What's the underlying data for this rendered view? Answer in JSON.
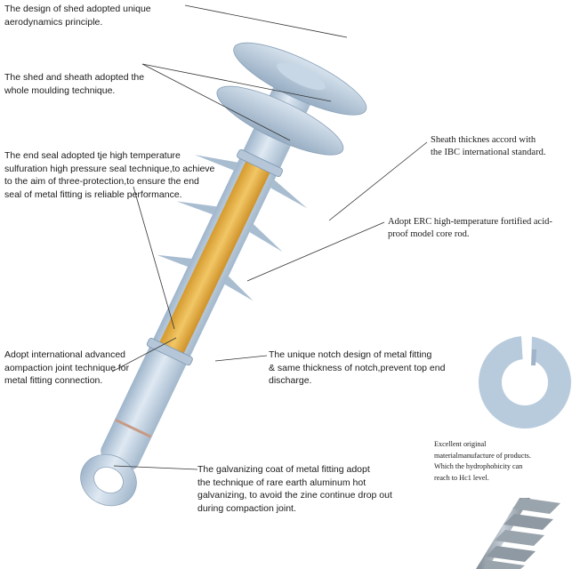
{
  "colors": {
    "porcelain": "#b9ccdf",
    "porcelain_light": "#dde8f2",
    "porcelain_dark": "#8fa6bd",
    "core_rod": "#e8b446",
    "line": "#333333"
  },
  "callouts": {
    "shed_design": "The design of shed adopted unique\naerodynamics principle.",
    "moulding": "The shed and sheath adopted the\nwhole moulding technique.",
    "end_seal": "The end seal adopted tje high temperature\nsulfuration high pressure seal technique,to achieve\nto the aim of three-protection,to ensure the end\nseal of metal fitting is reliable performance.",
    "sheath": "Sheath thicknes accord with\nthe IBC international standard.",
    "core_rod": "Adopt ERC high-temperature fortified acid-\nproof model core rod.",
    "compaction": "Adopt international advanced\naompaction joint technique for\nmetal fitting connection.",
    "notch": "The unique notch design of metal fitting\n& same thickness of notch,prevent top end\ndischarge.",
    "galvanizing": "The galvanizing coat of metal fitting adopt\nthe technique of rare earth aluminum hot\ngalvanizing, to avoid the zine continue drop out\nduring compaction joint.",
    "hydrophobicity": "Excellent  original\nmaterialmanufacture of products.\nWhich the hydrophobicity can\nreach to Hc1 level."
  }
}
